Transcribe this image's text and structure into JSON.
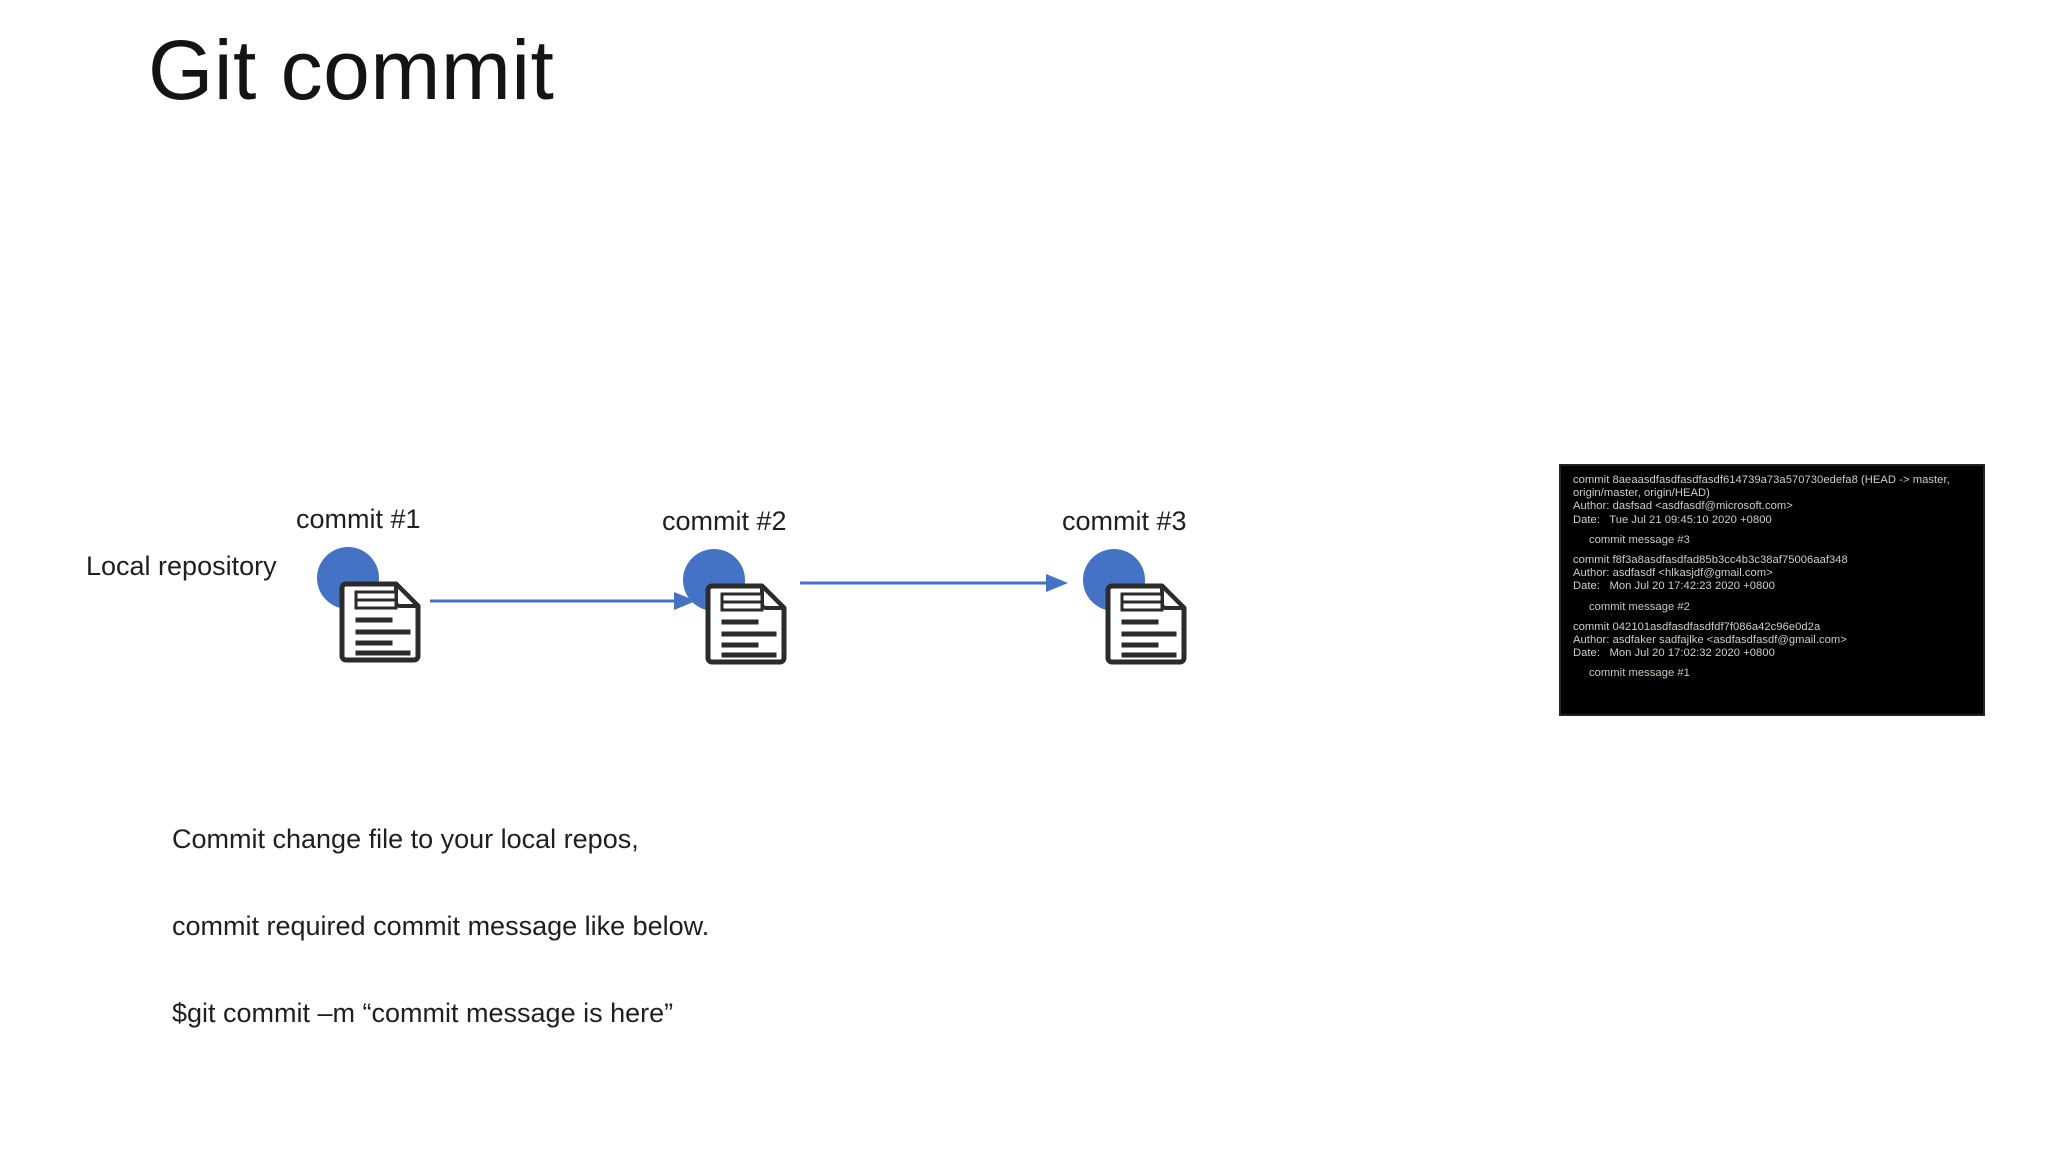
{
  "slide": {
    "title": "Git commit",
    "background_color": "#ffffff",
    "accent_color": "#4472C4",
    "outline_color": "#2B2B2B"
  },
  "diagram": {
    "repo_label": "Local repository",
    "nodes": [
      {
        "label": "commit #1",
        "icon": "document-icon",
        "marker": "commit-circle"
      },
      {
        "label": "commit #2",
        "icon": "document-icon",
        "marker": "commit-circle"
      },
      {
        "label": "commit #3",
        "icon": "document-icon",
        "marker": "commit-circle"
      }
    ],
    "arrows": [
      {
        "name": "arrow-commit1-to-commit2",
        "color": "#4472C4"
      },
      {
        "name": "arrow-commit2-to-commit3",
        "color": "#4472C4"
      }
    ]
  },
  "caption": {
    "line1": "Commit change file to your local repos,",
    "line2": "commit required commit message like below.",
    "line3": "$git commit –m “commit message is here”"
  },
  "terminal": {
    "background_color": "#000000",
    "text_color": "#cfcfc4",
    "lines": [
      {
        "type": "text",
        "text": "commit 8aeaasdfasdfasdfasdf614739a73a570730edefa8 (HEAD -> master, origin/master, origin/HEAD)"
      },
      {
        "type": "text",
        "text": "Author: dasfsad <asdfasdf@microsoft.com>"
      },
      {
        "type": "text",
        "text": "Date:   Tue Jul 21 09:45:10 2020 +0800"
      },
      {
        "type": "gap",
        "text": ""
      },
      {
        "type": "msg",
        "text": "commit message #3"
      },
      {
        "type": "gap",
        "text": ""
      },
      {
        "type": "text",
        "text": "commit f8f3a8asdfasdfad85b3cc4b3c38af75006aaf348"
      },
      {
        "type": "text",
        "text": "Author: asdfasdf <hlkasjdf@gmail.com>"
      },
      {
        "type": "text",
        "text": "Date:   Mon Jul 20 17:42:23 2020 +0800"
      },
      {
        "type": "gap",
        "text": ""
      },
      {
        "type": "msg",
        "text": "commit message #2"
      },
      {
        "type": "gap",
        "text": ""
      },
      {
        "type": "text",
        "text": "commit 042101asdfasdfasdfdf7f086a42c96e0d2a"
      },
      {
        "type": "text",
        "text": "Author: asdfaker sadfajlke <asdfasdfasdf@gmail.com>"
      },
      {
        "type": "text",
        "text": "Date:   Mon Jul 20 17:02:32 2020 +0800"
      },
      {
        "type": "gap",
        "text": ""
      },
      {
        "type": "msg",
        "text": "commit message #1"
      }
    ]
  }
}
